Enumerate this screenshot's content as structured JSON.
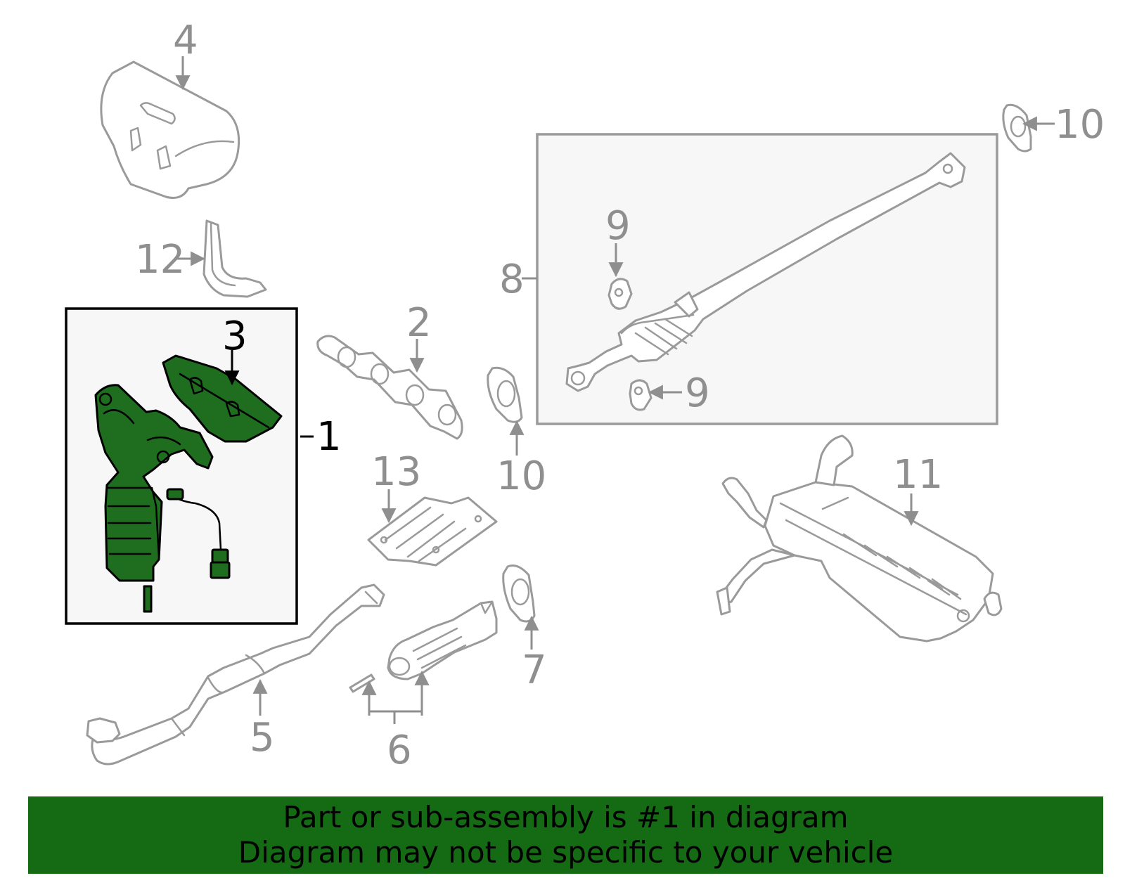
{
  "diagram": {
    "callouts": {
      "p1": "1",
      "p2": "2",
      "p3": "3",
      "p4": "4",
      "p5": "5",
      "p6": "6",
      "p7": "7",
      "p8": "8",
      "p9a": "9",
      "p9b": "9",
      "p10a": "10",
      "p10b": "10",
      "p11": "11",
      "p12": "12",
      "p13": "13"
    },
    "highlighted_part": "1",
    "colors": {
      "highlight": "#1f6e1f",
      "banner": "#146b14",
      "outline": "#9a9a9a"
    }
  },
  "banner": {
    "line1": "Part or sub-assembly is #1 in diagram",
    "line2": "Diagram may not be specific to your vehicle"
  }
}
